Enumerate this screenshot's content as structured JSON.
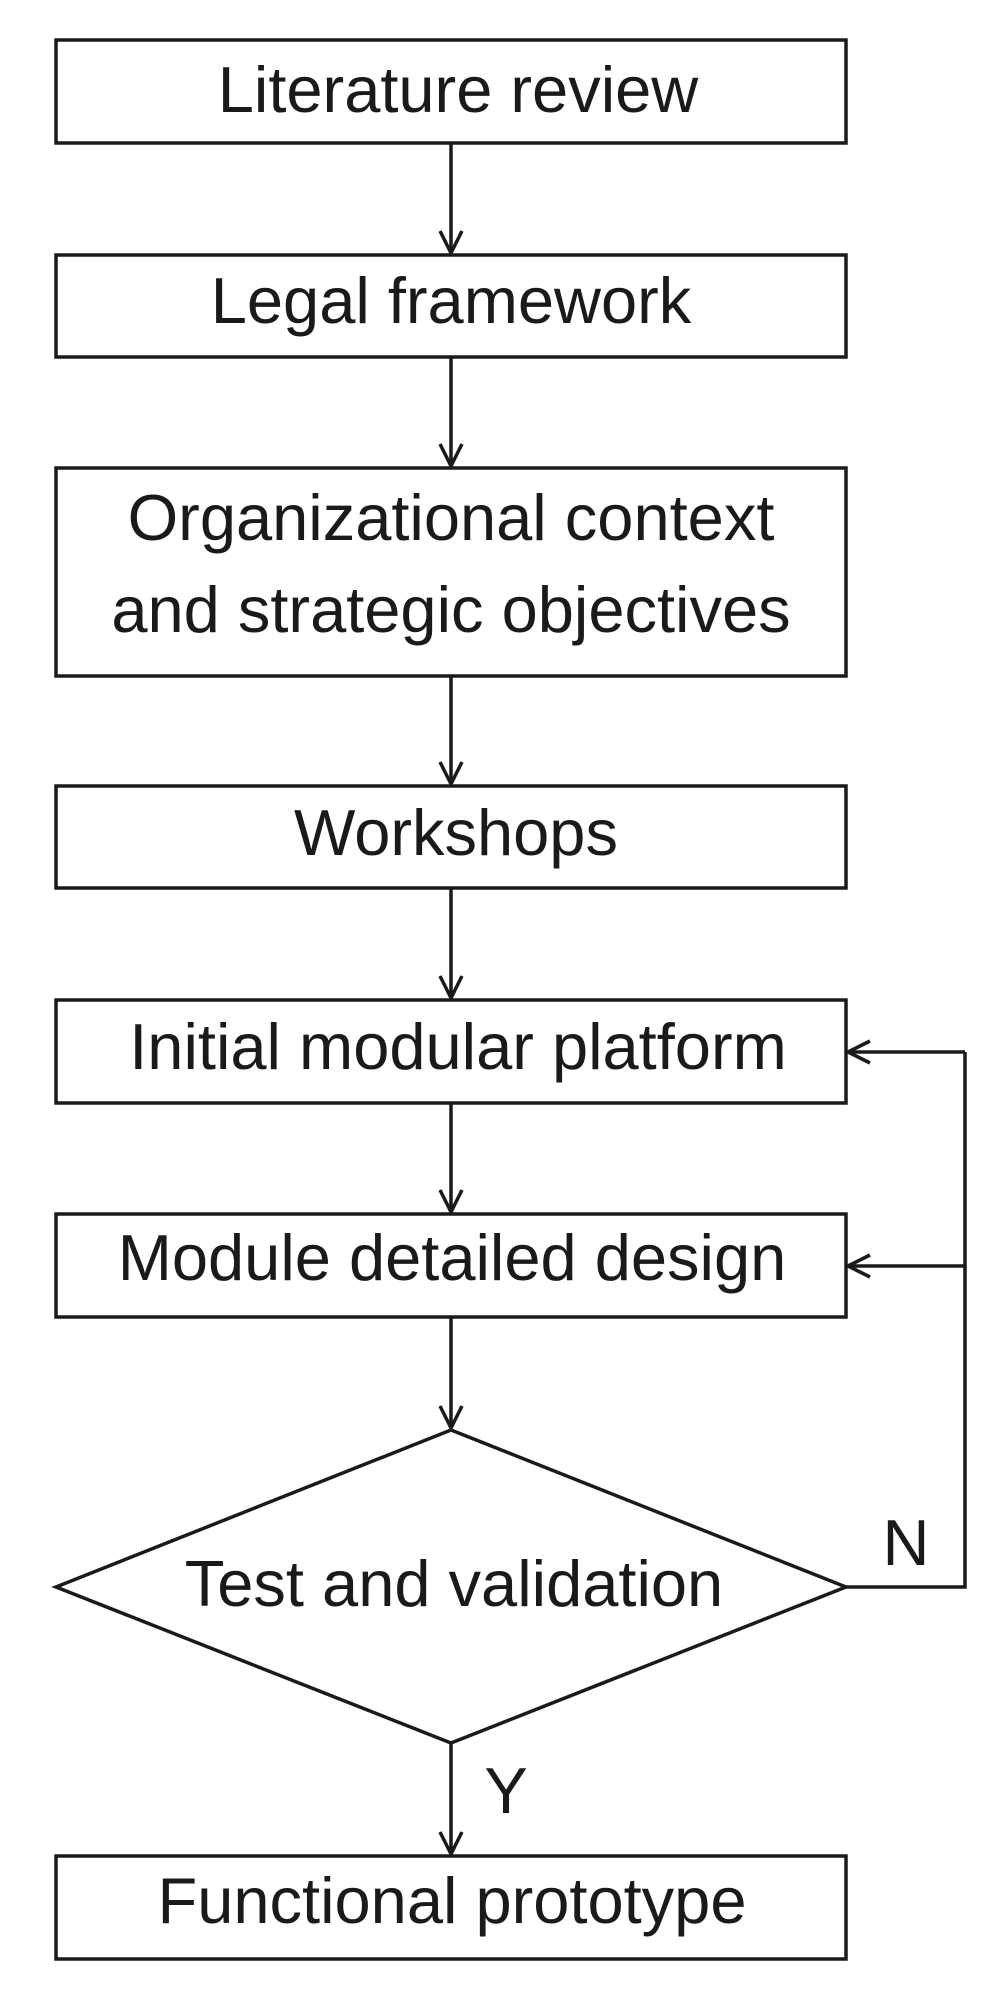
{
  "nodes": {
    "literature_review": "Literature review",
    "legal_framework": "Legal framework",
    "organizational_context": {
      "line1": "Organizational context",
      "line2": "and strategic objectives"
    },
    "workshops": "Workshops",
    "initial_modular_platform": "Initial modular platform",
    "module_detailed_design": "Module detailed design",
    "test_and_validation": "Test and validation",
    "functional_prototype": "Functional prototype"
  },
  "branches": {
    "no": "N",
    "yes": "Y"
  },
  "colors": {
    "stroke": "#1a1a1a",
    "background": "#ffffff"
  }
}
